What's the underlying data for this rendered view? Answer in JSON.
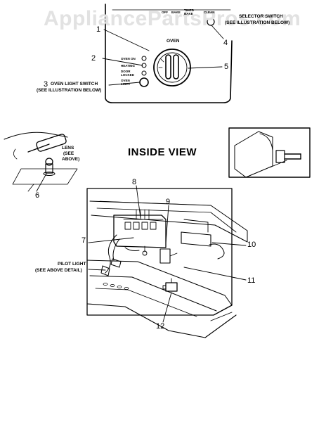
{
  "watermark": "AppliancePartsPros.com",
  "panel": {
    "oven_label": "OVEN",
    "knob_positions": [
      "OFF",
      "BAKE",
      "TIMED BAKE",
      "CLEAN"
    ],
    "selector_note": [
      "SELECTOR SWITCH",
      "(SEE ILLUSTRATION BELOW)"
    ],
    "indicators": [
      "OVEN ON",
      "HEATING",
      "DOOR LOCKED",
      "OVEN LIGHT"
    ],
    "light_switch_note": [
      "OVEN LIGHT SWITCH",
      "(SEE ILLUSTRATION BELOW)"
    ]
  },
  "inside": {
    "title": "INSIDE VIEW",
    "lens_note": [
      "LENS",
      "(SEE",
      "ABOVE)"
    ],
    "pilot_note": [
      "PILOT LIGHT",
      "(SEE ABOVE DETAIL)"
    ]
  },
  "callouts": [
    "1",
    "2",
    "3",
    "4",
    "5",
    "6",
    "7",
    "8",
    "9",
    "10",
    "11",
    "12"
  ]
}
